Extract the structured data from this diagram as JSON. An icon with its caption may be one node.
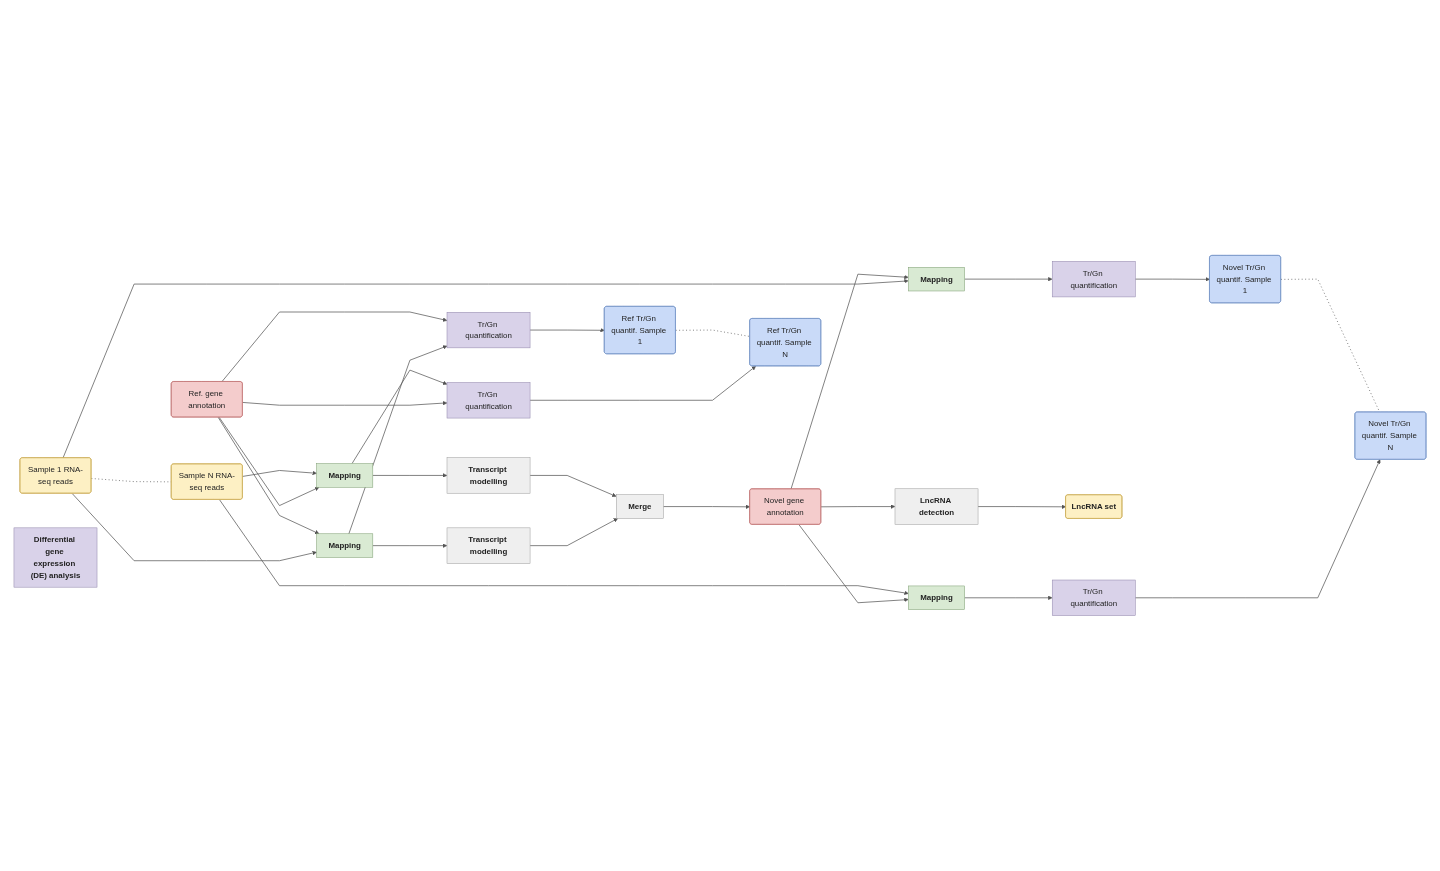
{
  "diagram": {
    "nodes": [
      {
        "text": [
          "Sample 1 RNA-seq reads"
        ]
      },
      {
        "text": [
          "Mapping"
        ]
      },
      {
        "text": [
          "Transcript modelling"
        ]
      },
      {
        "text": [
          "Tr/Gn quantification"
        ]
      },
      {
        "text": [
          "Ref Tr/Gn quantif. Sample 1"
        ]
      },
      {
        "text": [
          "Ref. gene annotation"
        ]
      },
      {
        "text": [
          "Merge"
        ]
      },
      {
        "text": [
          "Novel gene annotation"
        ]
      },
      {
        "text": [
          "Mapping"
        ]
      },
      {
        "text": [
          "Tr/Gn quantification"
        ]
      },
      {
        "text": [
          "Novel Tr/Gn quantif. Sample 1"
        ]
      },
      {
        "text": [
          "LncRNA detection"
        ]
      },
      {
        "text": [
          "LncRNA set"
        ]
      },
      {
        "text": [
          "Tr/Gn quantification"
        ]
      },
      {
        "text": [
          "Ref Tr/Gn quantif. Sample N"
        ]
      },
      {
        "text": [
          "Mapping"
        ]
      },
      {
        "text": [
          "Tr/Gn quantification"
        ]
      },
      {
        "text": [
          "Novel Tr/Gn quantif. Sample N"
        ]
      },
      {
        "text": [
          "Sample N RNA-seq reads"
        ]
      },
      {
        "text": [
          "Mapping"
        ]
      },
      {
        "text": [
          "Transcript modelling"
        ]
      },
      {
        "text": [
          "Differential gene expression (DE) analysis"
        ]
      }
    ],
    "edges": [
      {
        "from": 0,
        "to": 18,
        "arrow": "none",
        "style": "dashed"
      },
      {
        "from": 0,
        "to": 1,
        "arrow": "to"
      },
      {
        "from": 5,
        "to": 1,
        "arrow": "to"
      },
      {
        "from": 1,
        "to": 2,
        "arrow": "to"
      },
      {
        "from": 1,
        "to": 3,
        "arrow": "to"
      },
      {
        "from": 5,
        "to": 3,
        "arrow": "to"
      },
      {
        "from": 3,
        "to": 4,
        "arrow": "to"
      },
      {
        "from": 2,
        "to": 6,
        "arrow": "to"
      },
      {
        "from": 0,
        "to": 8,
        "arrow": "to"
      },
      {
        "from": 6,
        "to": 7,
        "arrow": "to"
      },
      {
        "from": 7,
        "to": 8,
        "arrow": "to"
      },
      {
        "from": 8,
        "to": 9,
        "arrow": "to"
      },
      {
        "from": 9,
        "to": 10,
        "arrow": "to"
      },
      {
        "from": 7,
        "to": 11,
        "arrow": "to"
      },
      {
        "from": 11,
        "to": 12,
        "arrow": "to"
      },
      {
        "from": 5,
        "to": 13,
        "arrow": "to"
      },
      {
        "from": 13,
        "to": 14,
        "arrow": "to"
      },
      {
        "from": 7,
        "to": 15,
        "arrow": "to"
      },
      {
        "from": 15,
        "to": 16,
        "arrow": "to"
      },
      {
        "from": 16,
        "to": 17,
        "arrow": "to"
      },
      {
        "from": 5,
        "to": 19,
        "arrow": "to"
      },
      {
        "from": 18,
        "to": 19,
        "arrow": "to"
      },
      {
        "from": 19,
        "to": 13,
        "arrow": "to"
      },
      {
        "from": 19,
        "to": 20,
        "arrow": "to"
      },
      {
        "from": 20,
        "to": 6,
        "arrow": "to"
      },
      {
        "from": 18,
        "to": 15,
        "arrow": "to"
      },
      {
        "from": 4,
        "to": 14,
        "arrow": "none",
        "style": "dashed"
      },
      {
        "from": 10,
        "to": 17,
        "arrow": "none",
        "style": "dashed"
      }
    ]
  }
}
